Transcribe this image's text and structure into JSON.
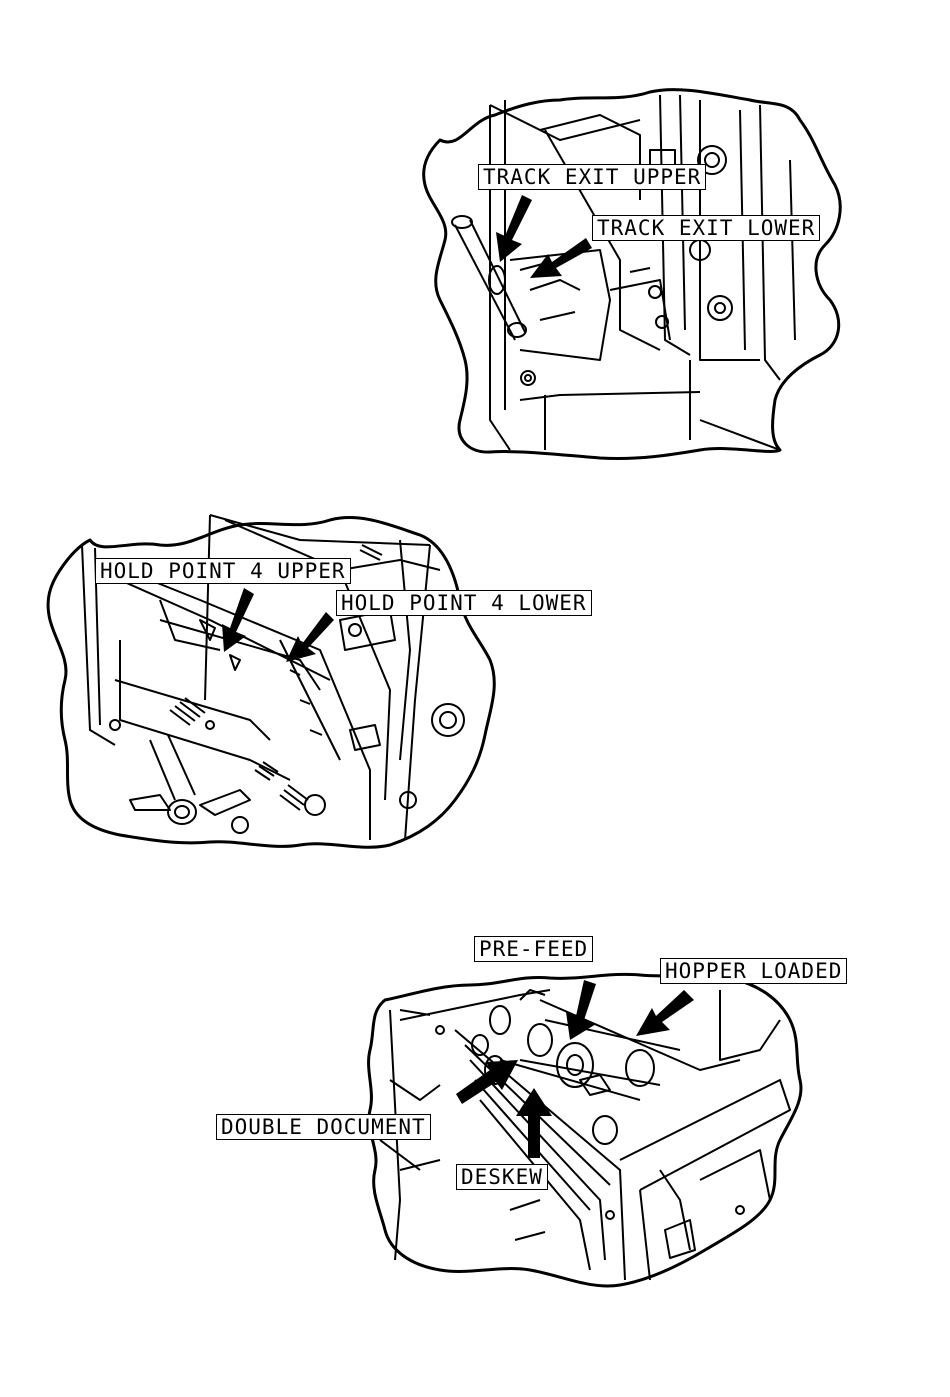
{
  "figures": [
    {
      "id": "track-exit",
      "labels": {
        "track_exit_upper": "TRACK EXIT UPPER",
        "track_exit_lower": "TRACK EXIT LOWER"
      }
    },
    {
      "id": "hold-point-4",
      "labels": {
        "hold_point_4_upper": "HOLD POINT 4 UPPER",
        "hold_point_4_lower": "HOLD POINT 4 LOWER"
      }
    },
    {
      "id": "hopper-feed",
      "labels": {
        "pre_feed": "PRE-FEED",
        "hopper_loaded": "HOPPER LOADED",
        "double_document": "DOUBLE DOCUMENT",
        "deskew": "DESKEW"
      }
    }
  ],
  "colors": {
    "ink": "#000000",
    "paper": "#ffffff"
  }
}
